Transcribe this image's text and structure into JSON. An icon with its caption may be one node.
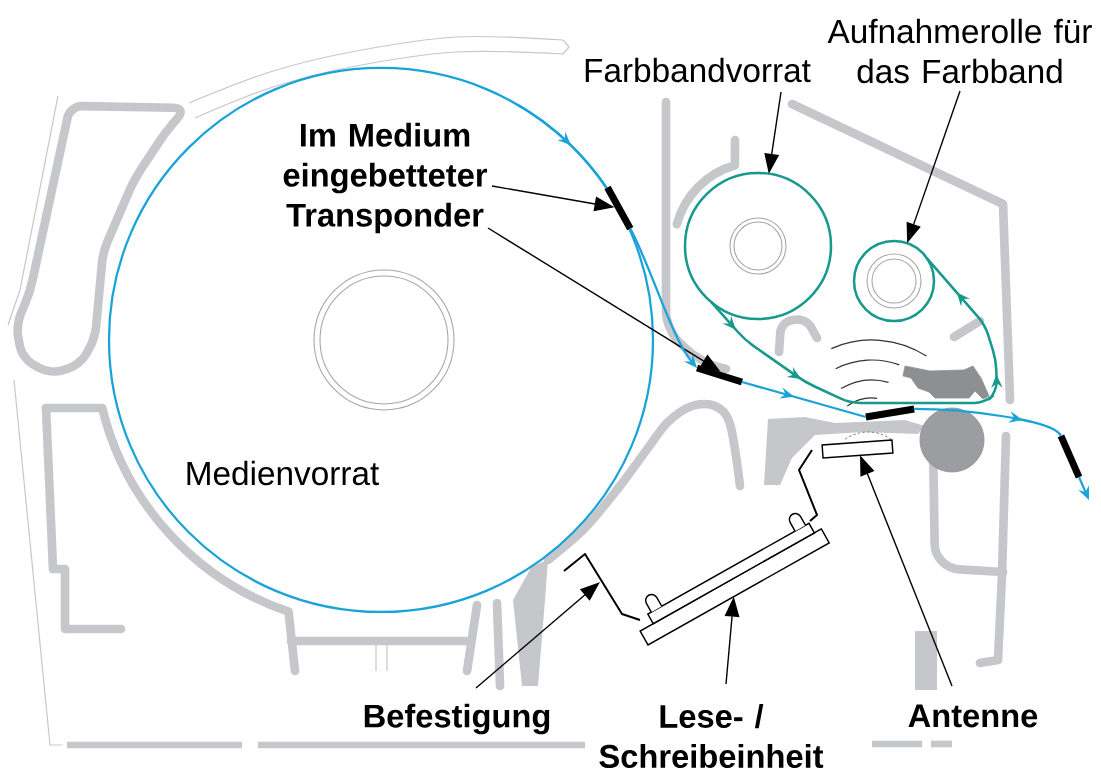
{
  "diagram": {
    "nodes": [
      {
        "text": [
          "Aufnahmerolle für das Farbband"
        ]
      },
      {
        "text": [
          "Farbbandvorrat"
        ]
      },
      {
        "text": [
          "Medienvorrat"
        ]
      },
      {
        "text": [
          "Im Medium eingebetteter Transponder"
        ],
        "in": 2
      },
      {
        "text": [],
        "shape": "bar"
      },
      {
        "text": [],
        "shape": "circle"
      },
      {
        "text": [],
        "shape": "circle"
      },
      {
        "text": [],
        "shape": "bar"
      },
      {
        "text": [],
        "shape": "bar"
      },
      {
        "text": [],
        "shape": "bar"
      },
      {
        "text": [],
        "shape": "box"
      },
      {
        "text": [],
        "shape": "picture"
      },
      {
        "text": [],
        "shape": "box"
      },
      {
        "text": [
          "Befestigung"
        ]
      },
      {
        "text": [
          "Lese- / Schreibeinheit"
        ]
      },
      {
        "text": [
          "Antenne"
        ]
      }
    ],
    "edges": [
      {
        "from": 3,
        "to": 4,
        "arrow": "to"
      },
      {
        "from": 3,
        "to": 7,
        "arrow": "to"
      },
      {
        "from": 1,
        "to": 5,
        "arrow": "to"
      },
      {
        "from": 0,
        "to": 6,
        "arrow": "to"
      },
      {
        "from": 13,
        "to": 11,
        "arrow": "to"
      },
      {
        "from": 14,
        "to": 12,
        "arrow": "to"
      },
      {
        "from": 15,
        "to": 10,
        "arrow": "to"
      },
      {
        "from": 2,
        "to": 4,
        "arrow": "to",
        "color": "#1aa3d9"
      },
      {
        "from": 4,
        "to": 7,
        "arrow": "to",
        "color": "#1aa3d9"
      },
      {
        "from": 7,
        "to": 8,
        "arrow": "to",
        "color": "#1aa3d9"
      },
      {
        "from": 8,
        "to": 9,
        "arrow": "to",
        "color": "#1aa3d9"
      },
      {
        "from": 9,
        "to": null,
        "arrow": "to",
        "color": "#1aa3d9"
      },
      {
        "from": 5,
        "to": 6,
        "arrow": "to",
        "color": "#17998c"
      }
    ]
  }
}
